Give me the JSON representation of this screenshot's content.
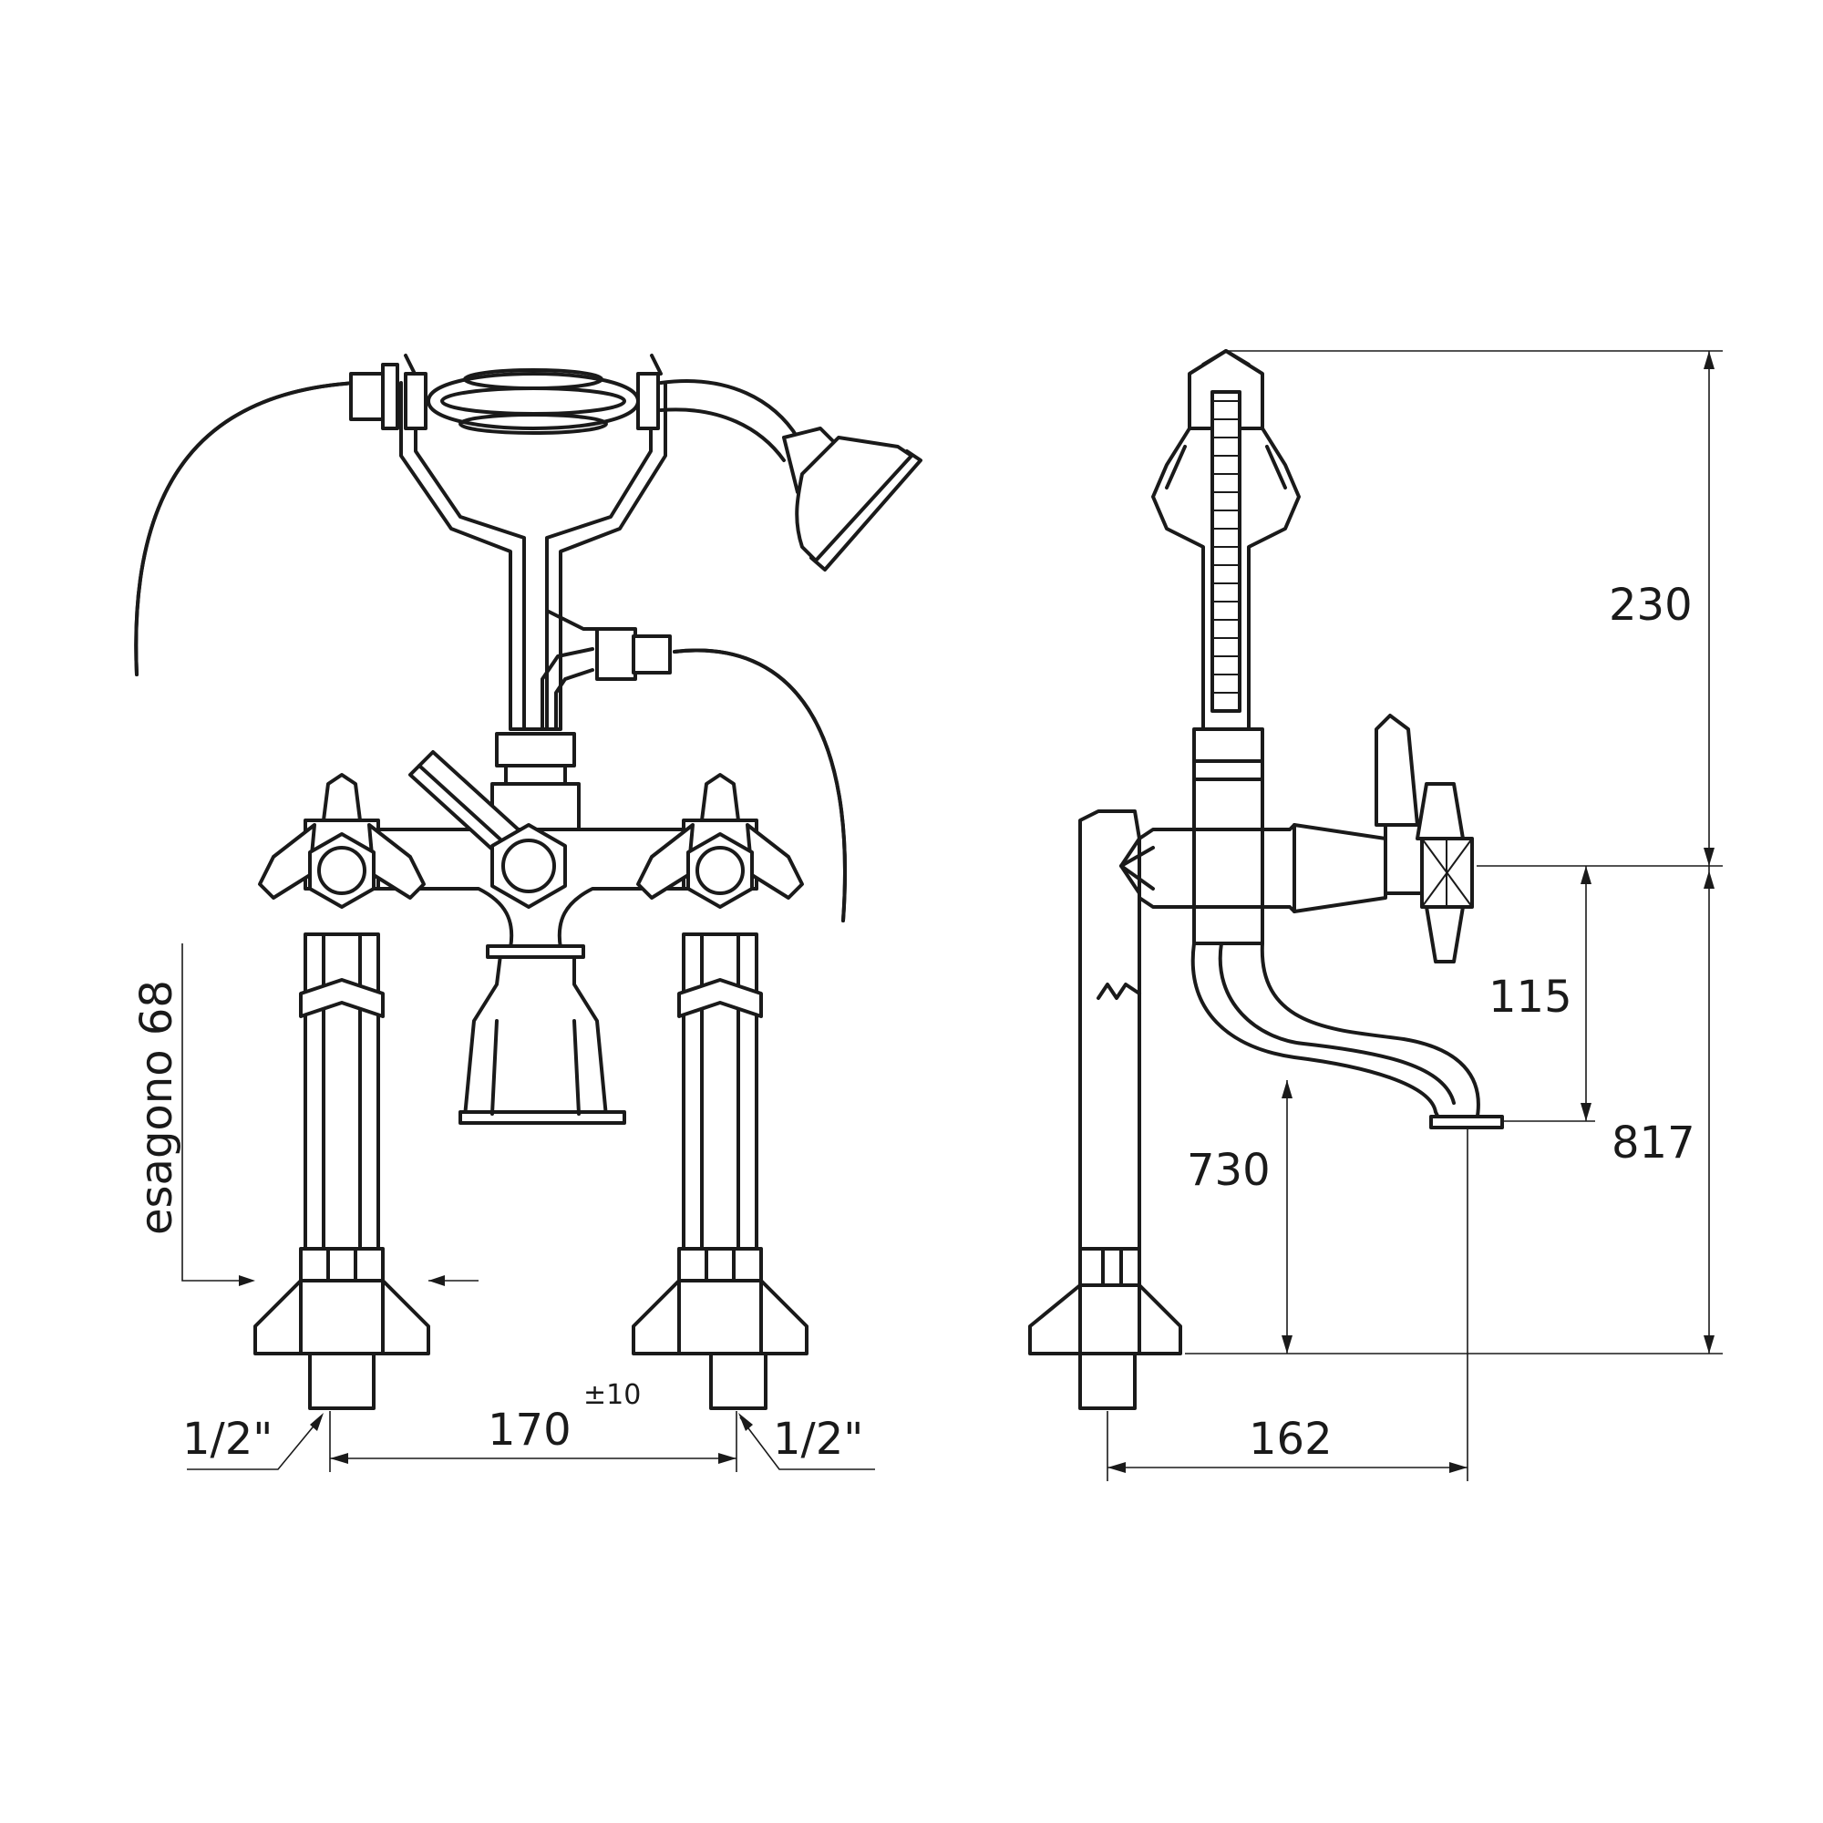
{
  "dimensions": {
    "spout_height": "730",
    "total_height": "817",
    "handset_height": "230",
    "spout_drop": "115",
    "spout_reach": "162",
    "centres": "170",
    "centres_tolerance": "±10",
    "hexagon_label": "esagono 68",
    "thread_left": "1/2\"",
    "thread_right": "1/2\""
  },
  "colors": {
    "line": "#1a1a1a",
    "background": "#ffffff"
  }
}
